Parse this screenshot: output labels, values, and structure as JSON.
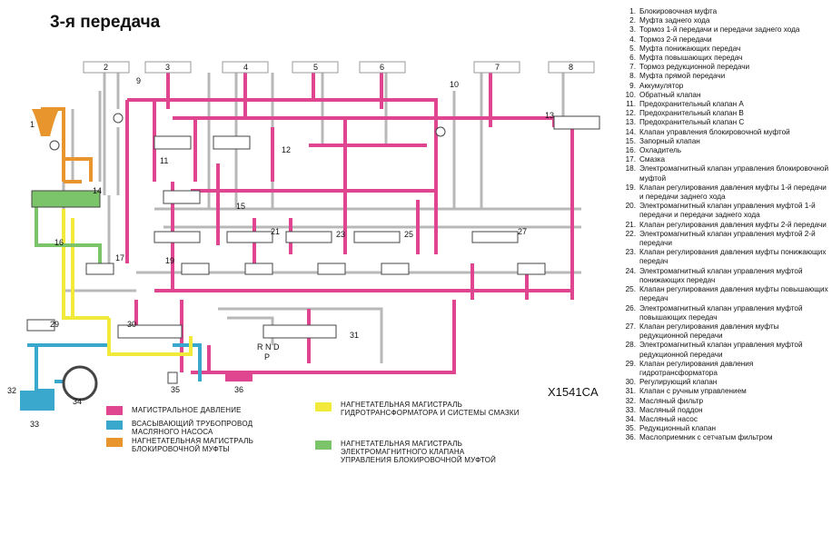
{
  "title": "3-я передача",
  "figure_id": "X1541CA",
  "selector_positions": "R N D",
  "selector_park": "P",
  "callouts": {
    "top_boxes": [
      "2",
      "3",
      "4",
      "5",
      "6",
      "7",
      "8"
    ],
    "n1": "1",
    "n9": "9",
    "n10": "10",
    "n11": "11",
    "n12": "12",
    "n13": "13",
    "n14": "14",
    "n15": "15",
    "n16": "16",
    "n17": "17",
    "n19": "19",
    "n21": "21",
    "n23": "23",
    "n25": "25",
    "n27": "27",
    "n29": "29",
    "n30": "30",
    "n31": "31",
    "n32": "32",
    "n33": "33",
    "n34": "34",
    "n35": "35",
    "n36": "36"
  },
  "legend": [
    {
      "label": "МАГИСТРАЛЬНОЕ ДАВЛЕНИЕ",
      "color": "#e0458f"
    },
    {
      "label": "ВСАСЫВАЮЩИЙ ТРУБОПРОВОД МАСЛЯНОГО НАСОСА",
      "color": "#3aa7cc"
    },
    {
      "label": "НАГНЕТАТЕЛЬНАЯ МАГИСТРАЛЬ БЛОКИРОВОЧНОЙ МУФТЫ",
      "color": "#e8952e"
    },
    {
      "label": "НАГНЕТАТЕЛЬНАЯ МАГИСТРАЛЬ ГИДРОТРАНСФОРМАТОРА И СИСТЕМЫ СМАЗКИ",
      "color": "#f2ea3a"
    },
    {
      "label": "НАГНЕТАТЕЛЬНАЯ МАГИСТРАЛЬ ЭЛЕКТРОМАГНИТНОГО КЛАПАНА УПРАВЛЕНИЯ БЛОКИРОВОЧНОЙ МУФТОЙ",
      "color": "#7cc46a"
    }
  ],
  "line_colors": {
    "grey": "#b8b8b8",
    "pink": "#e0458f",
    "blue": "#3aa7cc",
    "orange": "#e8952e",
    "yellow": "#f2ea3a",
    "green": "#7cc46a"
  },
  "parts": [
    {
      "n": "1.",
      "t": "Блокировочная муфта"
    },
    {
      "n": "2.",
      "t": "Муфта заднего хода"
    },
    {
      "n": "3.",
      "t": "Тормоз 1-й передачи и передачи заднего хода"
    },
    {
      "n": "4.",
      "t": "Тормоз 2-й передачи"
    },
    {
      "n": "5.",
      "t": "Муфта понижающих передач"
    },
    {
      "n": "6.",
      "t": "Муфта повышающих передач"
    },
    {
      "n": "7.",
      "t": "Тормоз редукционной передачи"
    },
    {
      "n": "8.",
      "t": "Муфта прямой передачи"
    },
    {
      "n": "9.",
      "t": "Аккумулятор"
    },
    {
      "n": "10.",
      "t": "Обратный клапан"
    },
    {
      "n": "11.",
      "t": "Предохранительный клапан A"
    },
    {
      "n": "12.",
      "t": "Предохранительный клапан B"
    },
    {
      "n": "13.",
      "t": "Предохранительный клапан C"
    },
    {
      "n": "14.",
      "t": "Клапан управления блокировочной муфтой"
    },
    {
      "n": "15.",
      "t": "Запорный клапан"
    },
    {
      "n": "16.",
      "t": "Охладитель"
    },
    {
      "n": "17.",
      "t": "Смазка"
    },
    {
      "n": "18.",
      "t": "Электромагнитный клапан управления блокировочной муфтой"
    },
    {
      "n": "19.",
      "t": "Клапан регулирования давления муфты 1-й передачи и передачи заднего хода"
    },
    {
      "n": "20.",
      "t": "Электромагнитный клапан управления муфтой 1-й передачи и передачи заднего хода"
    },
    {
      "n": "21.",
      "t": "Клапан регулирования давления муфты 2-й передачи"
    },
    {
      "n": "22.",
      "t": "Электромагнитный клапан управления муфтой 2-й передачи"
    },
    {
      "n": "23.",
      "t": "Клапан регулирования давления муфты понижающих передач"
    },
    {
      "n": "24.",
      "t": "Электромагнитный клапан управления муфтой понижающих передач"
    },
    {
      "n": "25.",
      "t": "Клапан регулирования давления муфты повышающих передач"
    },
    {
      "n": "26.",
      "t": "Электромагнитный клапан управления муфтой повышающих передач"
    },
    {
      "n": "27.",
      "t": "Клапан регулирования давления муфты редукционной передачи"
    },
    {
      "n": "28.",
      "t": "Электромагнитный клапан управления муфтой редукционной передачи"
    },
    {
      "n": "29.",
      "t": "Клапан регулирования давления гидротрансформатора"
    },
    {
      "n": "30.",
      "t": "Регулирующий клапан"
    },
    {
      "n": "31.",
      "t": "Клапан с ручным управлением"
    },
    {
      "n": "32.",
      "t": "Масляный фильтр"
    },
    {
      "n": "33.",
      "t": "Масляный поддон"
    },
    {
      "n": "34.",
      "t": "Масляный насос"
    },
    {
      "n": "35.",
      "t": "Редукционный клапан"
    },
    {
      "n": "36.",
      "t": "Маслоприемник с сетчатым фильтром"
    }
  ]
}
